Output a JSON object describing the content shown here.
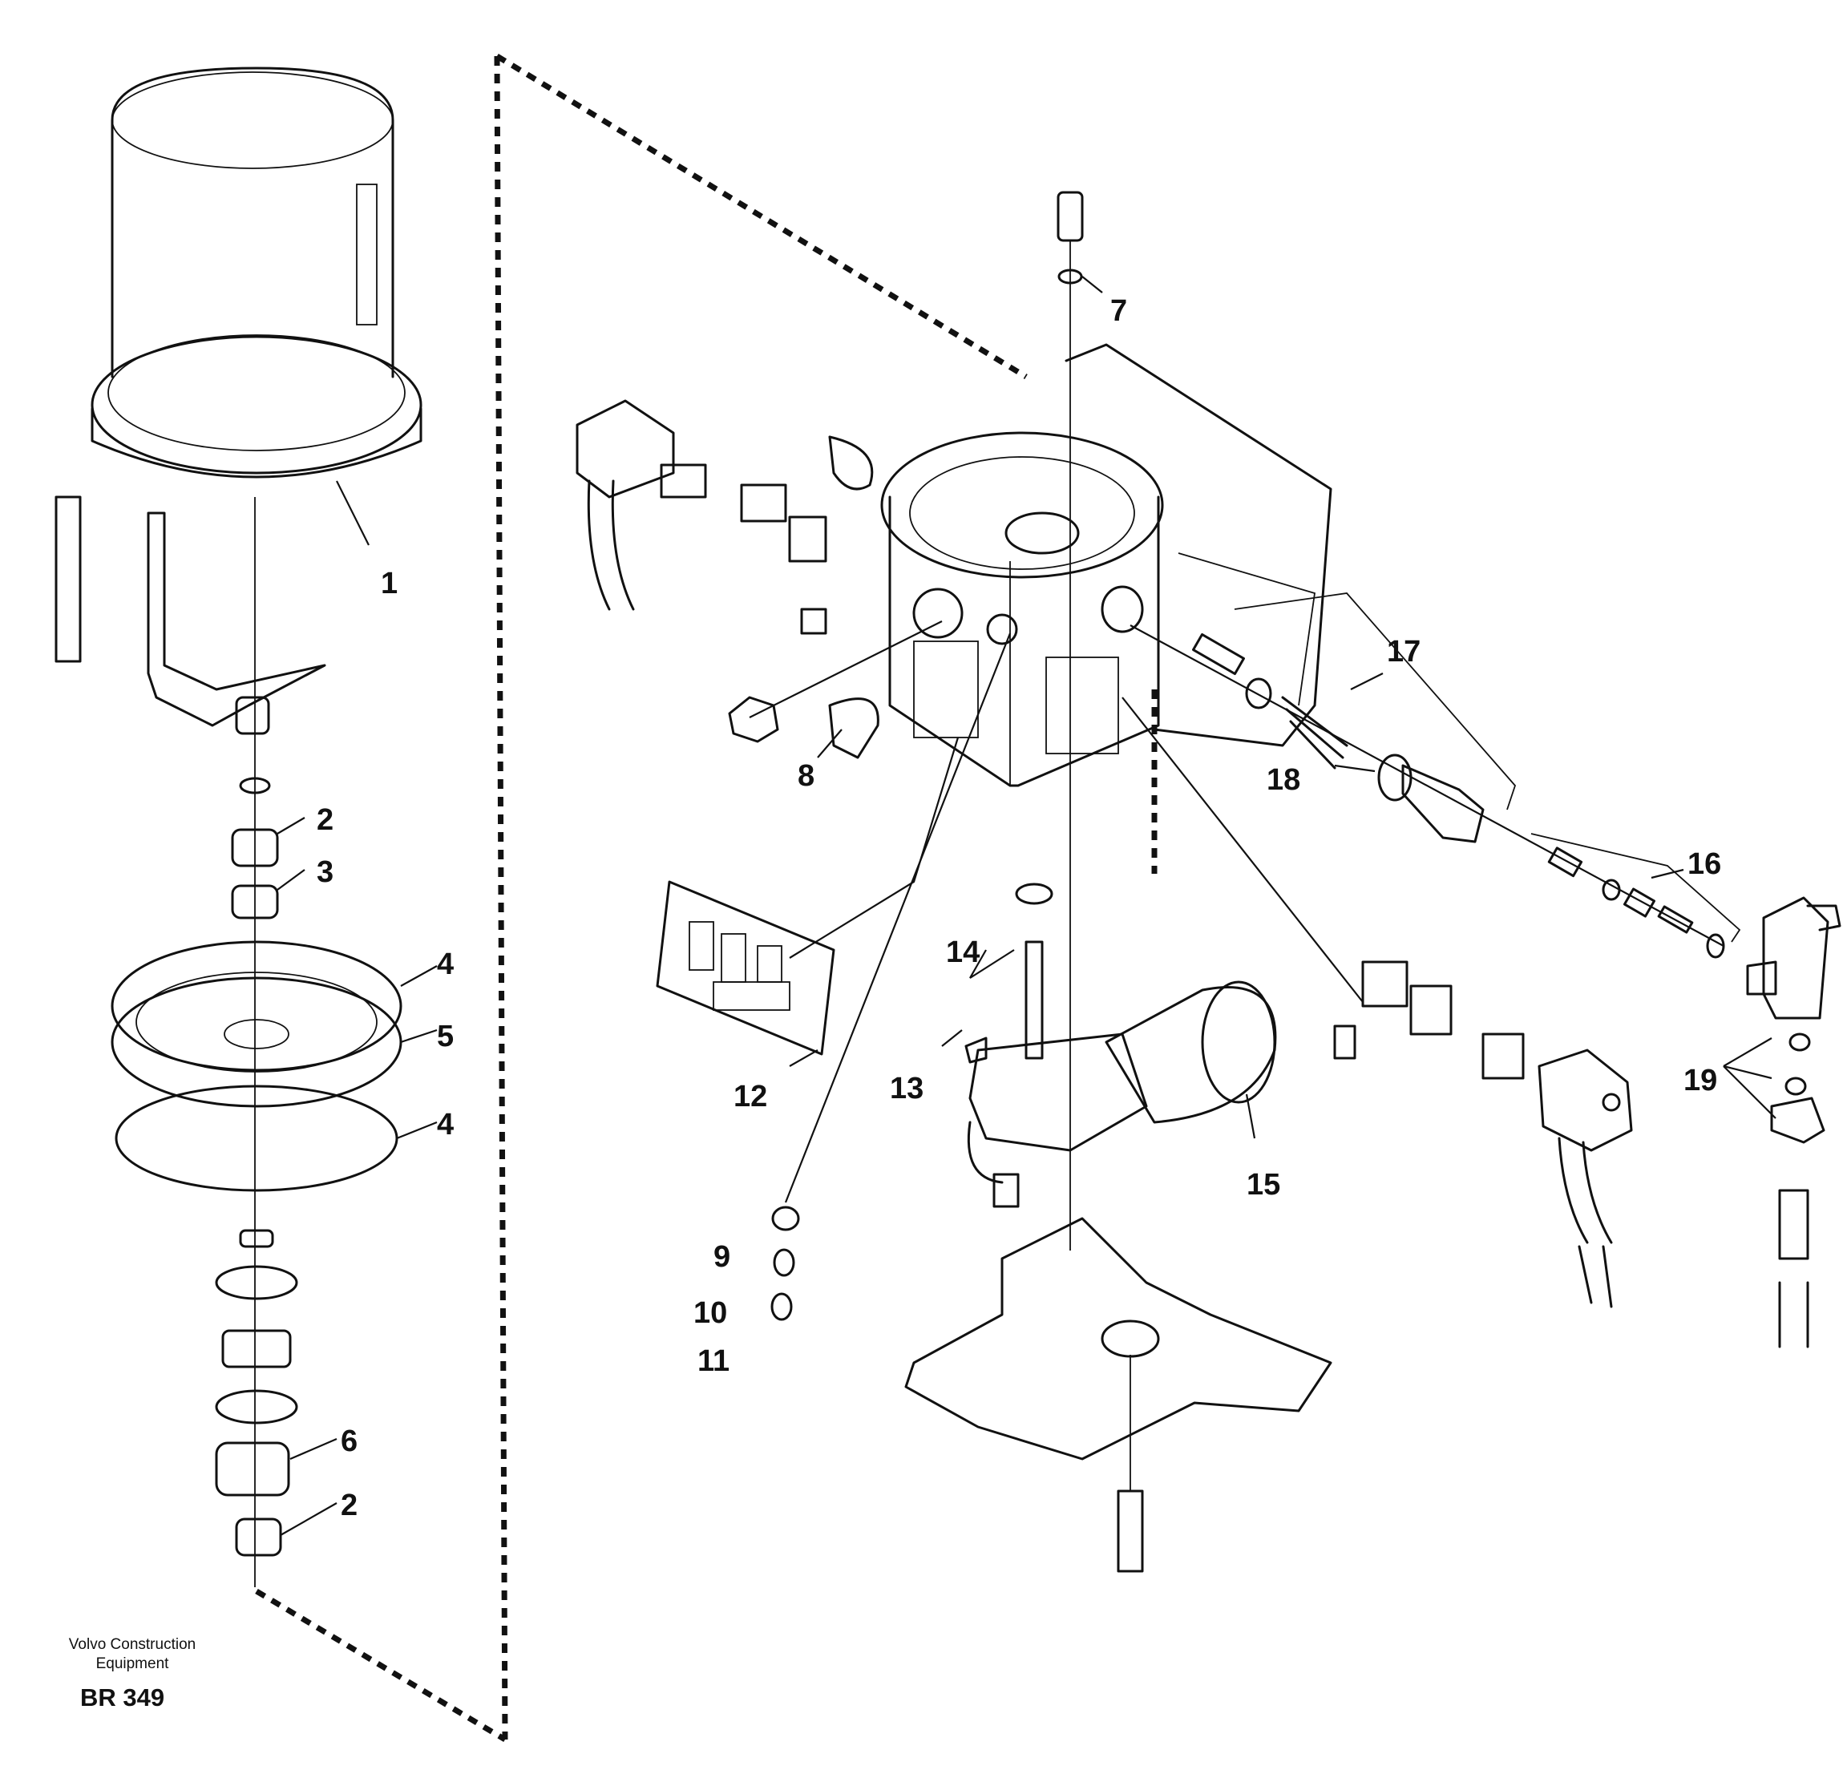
{
  "caption": {
    "company_line1": "Volvo Construction",
    "company_line2": "Equipment",
    "drawing_code": "BR 349"
  },
  "callouts": [
    {
      "id": "1",
      "label": "1"
    },
    {
      "id": "2a",
      "label": "2"
    },
    {
      "id": "3",
      "label": "3"
    },
    {
      "id": "4a",
      "label": "4"
    },
    {
      "id": "5",
      "label": "5"
    },
    {
      "id": "4b",
      "label": "4"
    },
    {
      "id": "6",
      "label": "6"
    },
    {
      "id": "2b",
      "label": "2"
    },
    {
      "id": "7",
      "label": "7"
    },
    {
      "id": "8",
      "label": "8"
    },
    {
      "id": "9",
      "label": "9"
    },
    {
      "id": "10",
      "label": "10"
    },
    {
      "id": "11",
      "label": "11"
    },
    {
      "id": "12",
      "label": "12"
    },
    {
      "id": "13",
      "label": "13"
    },
    {
      "id": "14",
      "label": "14"
    },
    {
      "id": "15",
      "label": "15"
    },
    {
      "id": "16",
      "label": "16"
    },
    {
      "id": "17",
      "label": "17"
    },
    {
      "id": "18",
      "label": "18"
    },
    {
      "id": "19",
      "label": "19"
    }
  ]
}
